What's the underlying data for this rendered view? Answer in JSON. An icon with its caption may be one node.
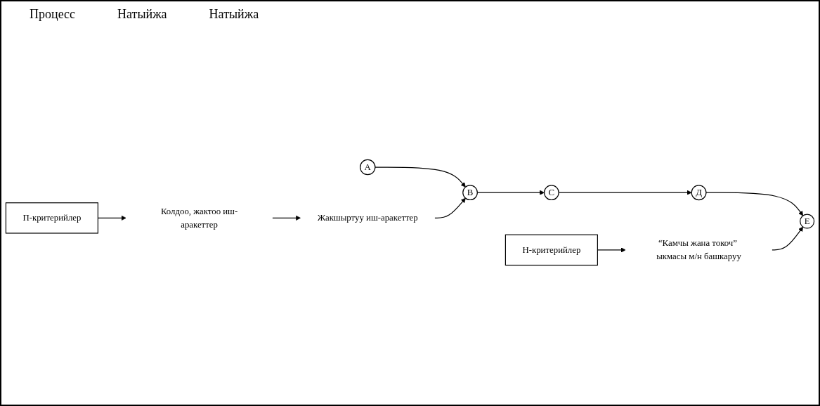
{
  "diagram": {
    "nodes": [
      {
        "text": [
          "А"
        ]
      },
      {
        "text": [
          "В"
        ]
      },
      {
        "text": [
          "С"
        ]
      },
      {
        "text": [
          "Д"
        ]
      },
      {
        "text": [
          "Е"
        ]
      },
      {
        "text": [
          "Жакшыртуу иш-аракеттер"
        ]
      },
      {
        "text": [
          "Колдоо, жактоо иш-аракеттер"
        ]
      },
      {
        "text": [
          "П-критерийлер"
        ]
      },
      {
        "text": [
          "“Камчы жана токоч” ыкмасы м/н башкаруу"
        ]
      },
      {
        "text": [
          "Н-критерийлер"
        ]
      }
    ],
    "edges": [
      {
        "from": 0,
        "to": 1,
        "arrow": "to"
      },
      {
        "from": 1,
        "to": 2,
        "arrow": "to"
      },
      {
        "from": 2,
        "to": 3,
        "arrow": "to"
      },
      {
        "from": 3,
        "to": 4,
        "arrow": "to"
      },
      {
        "from": 5,
        "to": 1,
        "arrow": "to"
      },
      {
        "from": 6,
        "to": 5,
        "arrow": "to"
      },
      {
        "from": 7,
        "to": 6,
        "arrow": "to"
      },
      {
        "from": 9,
        "to": 8,
        "arrow": "to"
      },
      {
        "from": 8,
        "to": 4,
        "arrow": "to"
      }
    ],
    "labels": [
      "Процесс",
      "Натыйжа",
      "Натыйжа"
    ]
  }
}
